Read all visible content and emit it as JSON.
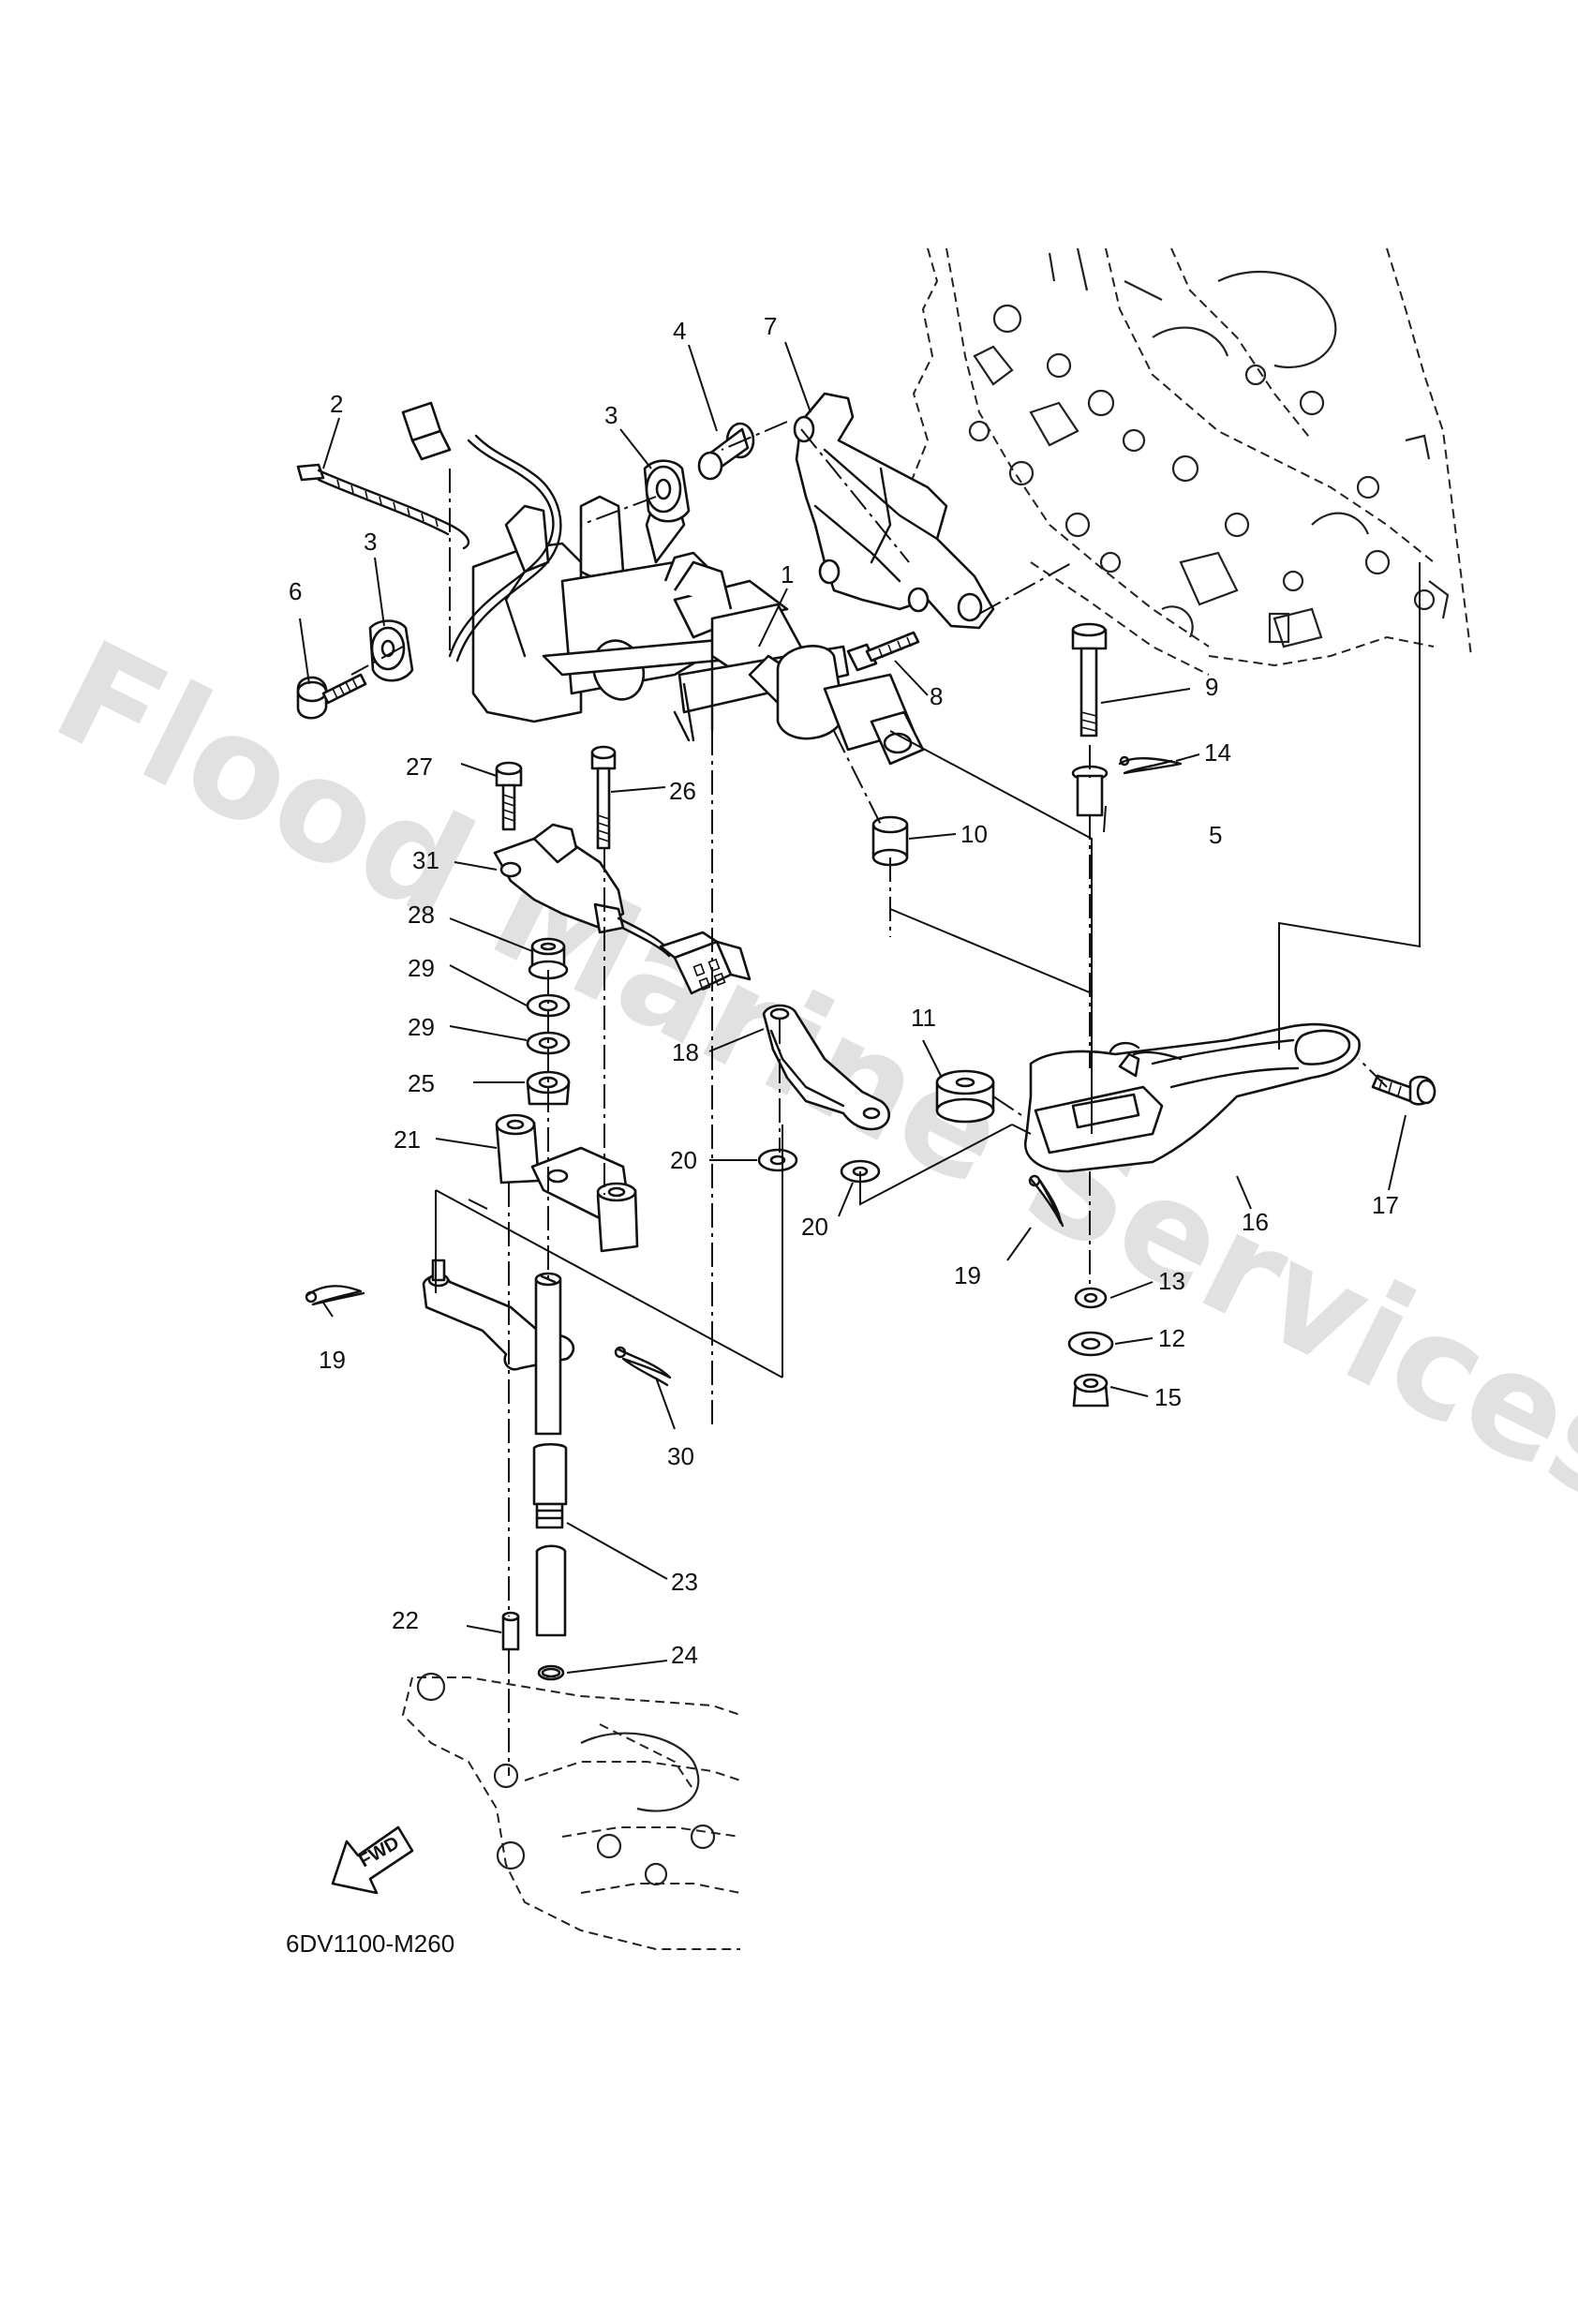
{
  "diagram": {
    "code": "6DV1100-M260",
    "watermark": "Flood Marine Services",
    "fwd_label": "FWD",
    "callouts": [
      {
        "id": "c1",
        "label": "1"
      },
      {
        "id": "c2",
        "label": "2"
      },
      {
        "id": "c3a",
        "label": "3"
      },
      {
        "id": "c3b",
        "label": "3"
      },
      {
        "id": "c4",
        "label": "4"
      },
      {
        "id": "c5",
        "label": "5"
      },
      {
        "id": "c6",
        "label": "6"
      },
      {
        "id": "c7",
        "label": "7"
      },
      {
        "id": "c8",
        "label": "8"
      },
      {
        "id": "c9",
        "label": "9"
      },
      {
        "id": "c10",
        "label": "10"
      },
      {
        "id": "c11",
        "label": "11"
      },
      {
        "id": "c12",
        "label": "12"
      },
      {
        "id": "c13",
        "label": "13"
      },
      {
        "id": "c14",
        "label": "14"
      },
      {
        "id": "c15",
        "label": "15"
      },
      {
        "id": "c16",
        "label": "16"
      },
      {
        "id": "c17",
        "label": "17"
      },
      {
        "id": "c18",
        "label": "18"
      },
      {
        "id": "c19a",
        "label": "19"
      },
      {
        "id": "c19b",
        "label": "19"
      },
      {
        "id": "c20a",
        "label": "20"
      },
      {
        "id": "c20b",
        "label": "20"
      },
      {
        "id": "c21",
        "label": "21"
      },
      {
        "id": "c22",
        "label": "22"
      },
      {
        "id": "c23",
        "label": "23"
      },
      {
        "id": "c24",
        "label": "24"
      },
      {
        "id": "c25",
        "label": "25"
      },
      {
        "id": "c26",
        "label": "26"
      },
      {
        "id": "c27",
        "label": "27"
      },
      {
        "id": "c28",
        "label": "28"
      },
      {
        "id": "c29a",
        "label": "29"
      },
      {
        "id": "c29b",
        "label": "29"
      },
      {
        "id": "c30",
        "label": "30"
      },
      {
        "id": "c31",
        "label": "31"
      }
    ]
  }
}
